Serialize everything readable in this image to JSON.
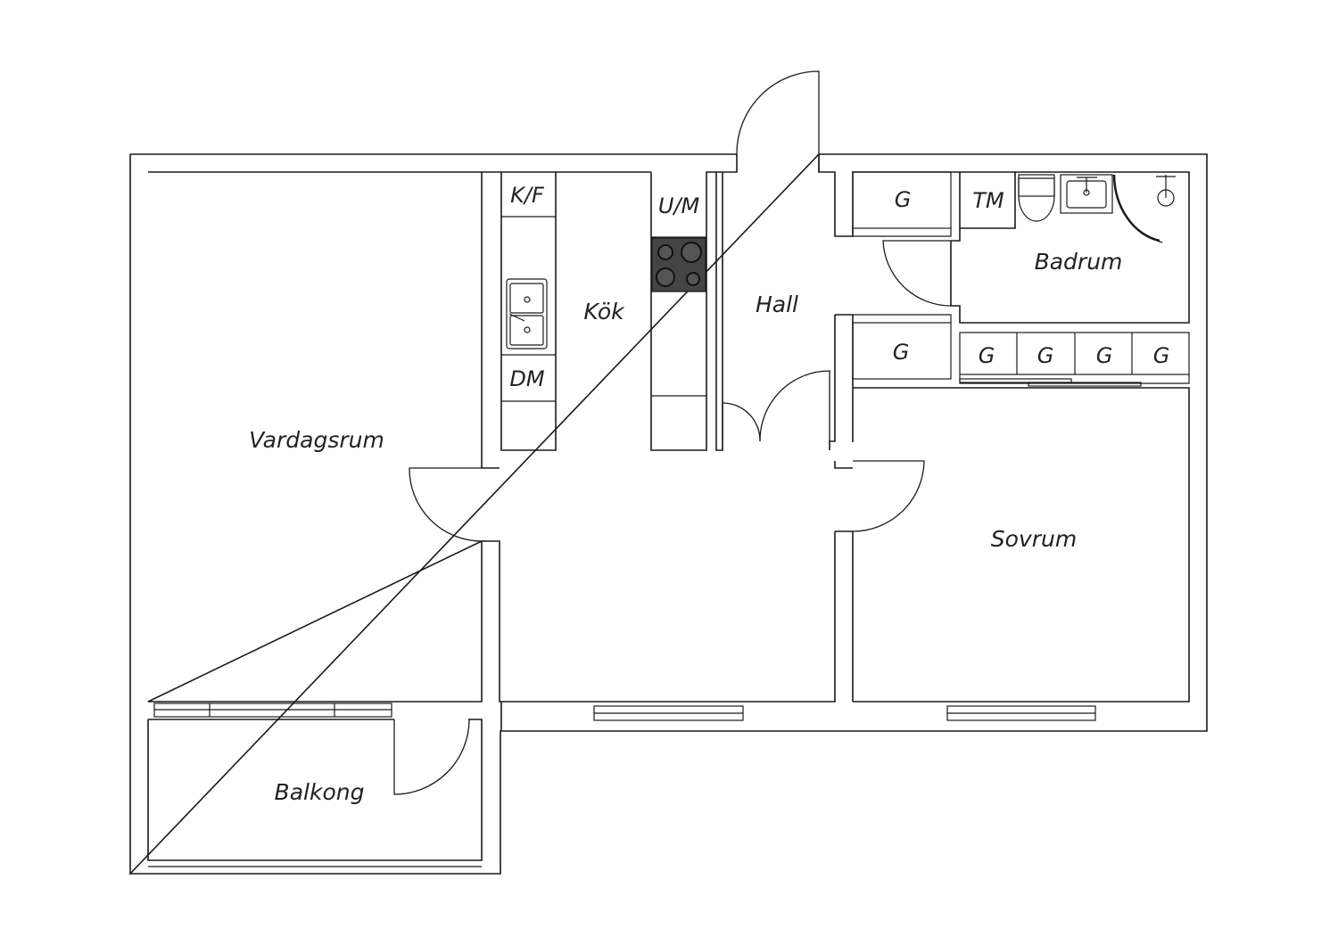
{
  "rooms": {
    "living_room": "Vardagsrum",
    "balcony": "Balkong",
    "kitchen": "Kök",
    "hall": "Hall",
    "bathroom": "Badrum",
    "bedroom": "Sovrum"
  },
  "fixtures": {
    "fridge_freezer": "K/F",
    "oven_microwave": "U/M",
    "dishwasher": "DM",
    "washing_machine": "TM",
    "wardrobe_hall_top": "G",
    "wardrobe_hall_bottom": "G",
    "wardrobe_bedroom_1": "G",
    "wardrobe_bedroom_2": "G",
    "wardrobe_bedroom_3": "G",
    "wardrobe_bedroom_4": "G"
  },
  "colors": {
    "line": "#1a1a1a",
    "background": "#ffffff",
    "stove_top": "#444444"
  }
}
